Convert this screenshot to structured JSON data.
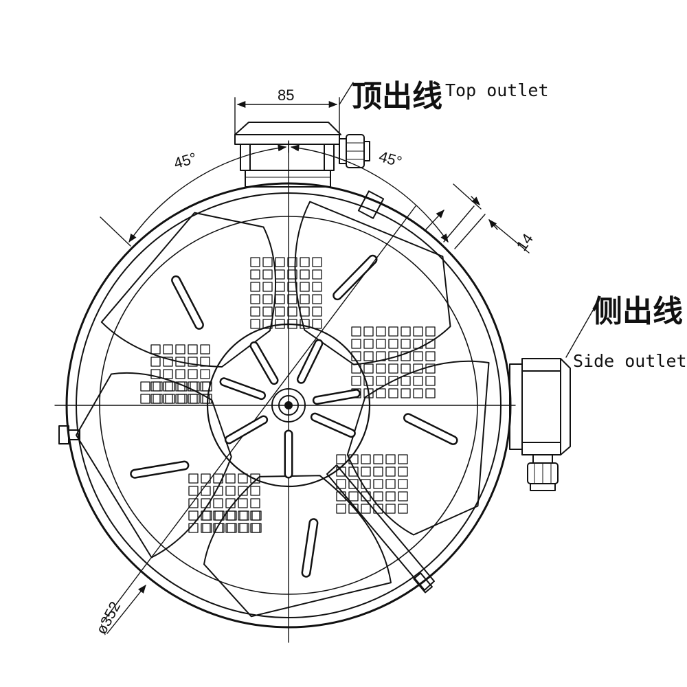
{
  "labels": {
    "top_outlet_cn": "顶出线",
    "top_outlet_en": "Top outlet",
    "side_outlet_cn": "侧出线",
    "side_outlet_en": "Side outlet"
  },
  "dimensions": {
    "box_width": "85",
    "angle_left": "45°",
    "angle_right": "45°",
    "flange_gap": "14",
    "diameter": "ø352"
  },
  "colors": {
    "line": "#111111",
    "background": "#ffffff"
  }
}
